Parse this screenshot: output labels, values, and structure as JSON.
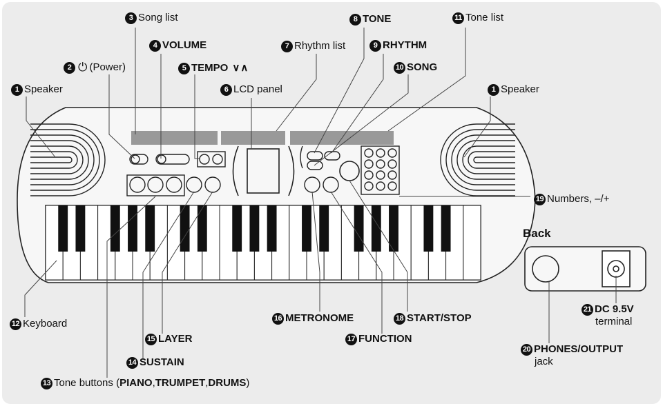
{
  "labels": {
    "l1a": {
      "num": "1",
      "text": "Speaker"
    },
    "l1b": {
      "num": "1",
      "text": "Speaker"
    },
    "l2": {
      "num": "2",
      "icon": "⏻",
      "text": "(Power)"
    },
    "l3": {
      "num": "3",
      "text": "Song list"
    },
    "l4": {
      "num": "4",
      "text": "VOLUME"
    },
    "l5": {
      "num": "5",
      "text": "TEMPO",
      "arrows": "∨∧"
    },
    "l6": {
      "num": "6",
      "text": "LCD panel"
    },
    "l7": {
      "num": "7",
      "text": "Rhythm list"
    },
    "l8": {
      "num": "8",
      "text": "TONE"
    },
    "l9": {
      "num": "9",
      "text": "RHYTHM"
    },
    "l10": {
      "num": "10",
      "text": "SONG"
    },
    "l11": {
      "num": "11",
      "text": "Tone list"
    },
    "l12": {
      "num": "12",
      "text": "Keyboard"
    },
    "l13": {
      "num": "13",
      "pre": "Tone buttons (",
      "piano": "PIANO",
      "sep1": ", ",
      "trumpet": "TRUMPET",
      "sep2": ", ",
      "drums": "DRUMS",
      "post": ")"
    },
    "l14": {
      "num": "14",
      "text": "SUSTAIN"
    },
    "l15": {
      "num": "15",
      "text": "LAYER"
    },
    "l16": {
      "num": "16",
      "text": "METRONOME"
    },
    "l17": {
      "num": "17",
      "text": "FUNCTION"
    },
    "l18": {
      "num": "18",
      "text": "START/STOP"
    },
    "l19": {
      "num": "19",
      "text": "Numbers, –/+"
    },
    "l20": {
      "num": "20",
      "text": "PHONES/OUTPUT",
      "sub": "jack"
    },
    "l21": {
      "num": "21",
      "text": "DC 9.5V",
      "sub": "terminal"
    }
  },
  "back": {
    "title": "Back"
  },
  "keyboard": {
    "white_keys": 25
  }
}
